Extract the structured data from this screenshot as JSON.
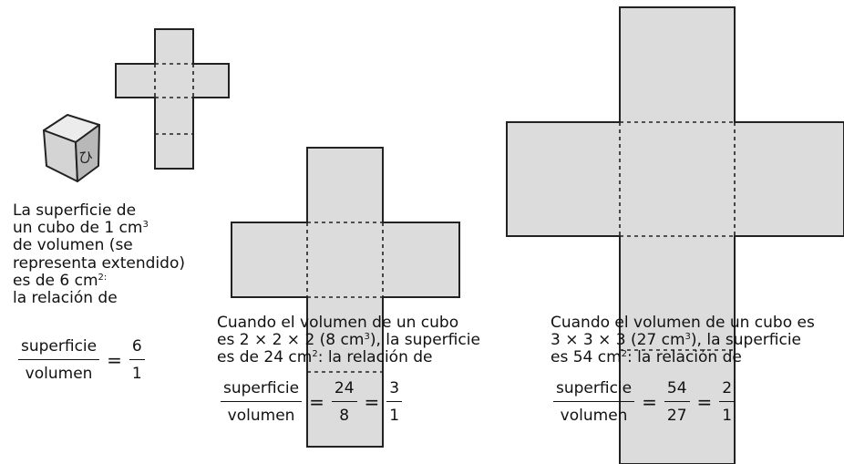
{
  "small": {
    "caption": [
      "La superficie de",
      "un cubo de 1 cm",
      "de volumen (se",
      "representa extendido)",
      "es de 6 cm",
      "la relación de"
    ],
    "cube_mark": "ひ",
    "ratio": {
      "num": "superficie",
      "den": "volumen",
      "eq": "=",
      "value_num": "6",
      "value_den": "1"
    }
  },
  "medium": {
    "caption": [
      "Cuando el volumen de un cubo",
      "es 2 × 2 × 2 (8 cm",
      "), la superficie",
      "es de 24 cm",
      ": la relación de"
    ],
    "ratio": {
      "num": "superficie",
      "den": "volumen",
      "eq": "=",
      "v1_num": "24",
      "v1_den": "8",
      "eq2": "=",
      "v2_num": "3",
      "v2_den": "1"
    }
  },
  "large": {
    "caption": [
      "Cuando el volumen de un cubo es",
      "3 × 3 × 3 (27 cm",
      "), la superficie",
      "es 54 cm",
      ": la relación de"
    ],
    "ratio": {
      "num": "superficie",
      "den": "volumen",
      "eq": "=",
      "v1_num": "54",
      "v1_den": "27",
      "eq2": "=",
      "v2_num": "2",
      "v2_den": "1"
    }
  },
  "units": {
    "sup3": "3",
    "sup2": "2",
    "sup2colon": "2:"
  }
}
